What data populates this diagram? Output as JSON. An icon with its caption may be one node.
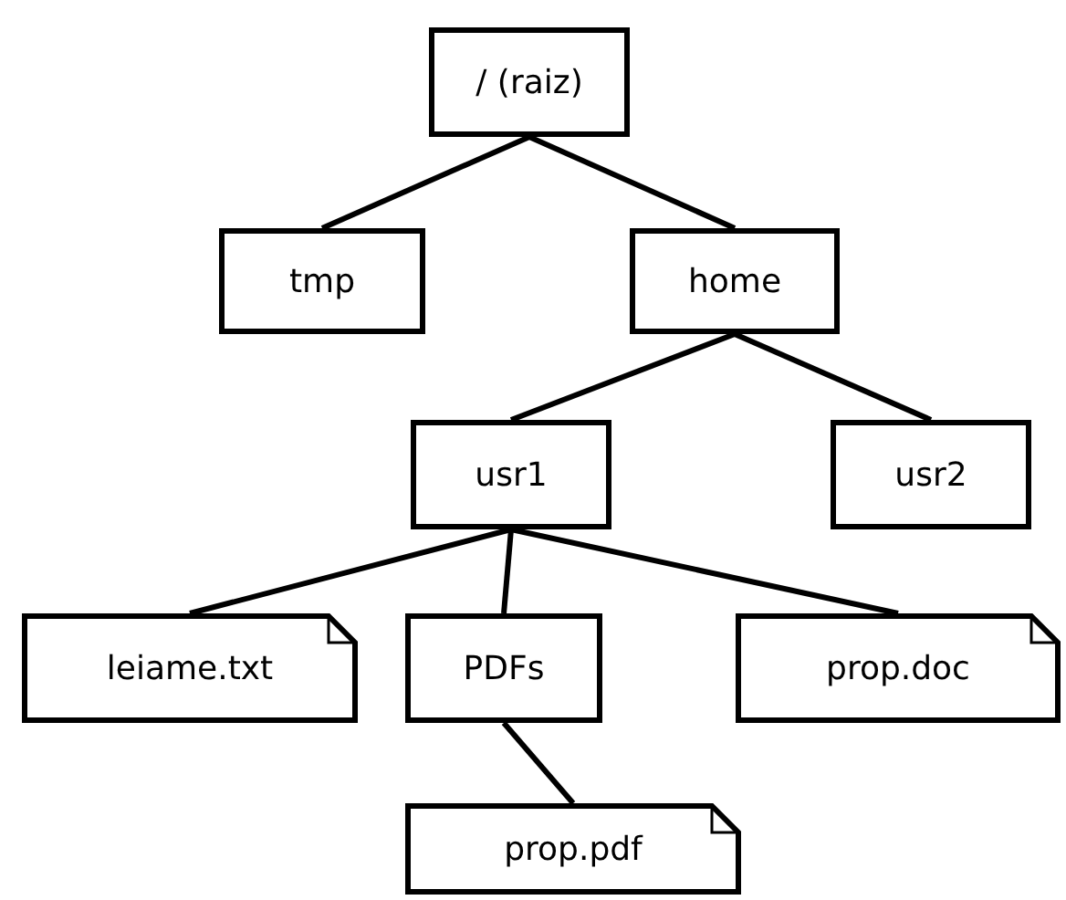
{
  "diagram": {
    "nodes": [
      {
        "text": [
          "/ (raiz)"
        ]
      },
      {
        "text": [
          "tmp"
        ]
      },
      {
        "text": [
          "home"
        ]
      },
      {
        "text": [
          "usr1"
        ]
      },
      {
        "text": [
          "usr2"
        ]
      },
      {
        "text": [
          "leiame.txt"
        ]
      },
      {
        "text": [
          "PDFs"
        ]
      },
      {
        "text": [
          "prop.doc"
        ]
      },
      {
        "text": [
          "prop.pdf"
        ]
      }
    ],
    "edges": [
      {
        "from": 0,
        "to": 1,
        "arrow": "none"
      },
      {
        "from": 0,
        "to": 2,
        "arrow": "none"
      },
      {
        "from": 2,
        "to": 3,
        "arrow": "none"
      },
      {
        "from": 2,
        "to": 4,
        "arrow": "none"
      },
      {
        "from": 3,
        "to": 5,
        "arrow": "none"
      },
      {
        "from": 3,
        "to": 6,
        "arrow": "none"
      },
      {
        "from": 3,
        "to": 7,
        "arrow": "none"
      },
      {
        "from": 6,
        "to": 8,
        "arrow": "none"
      }
    ]
  }
}
